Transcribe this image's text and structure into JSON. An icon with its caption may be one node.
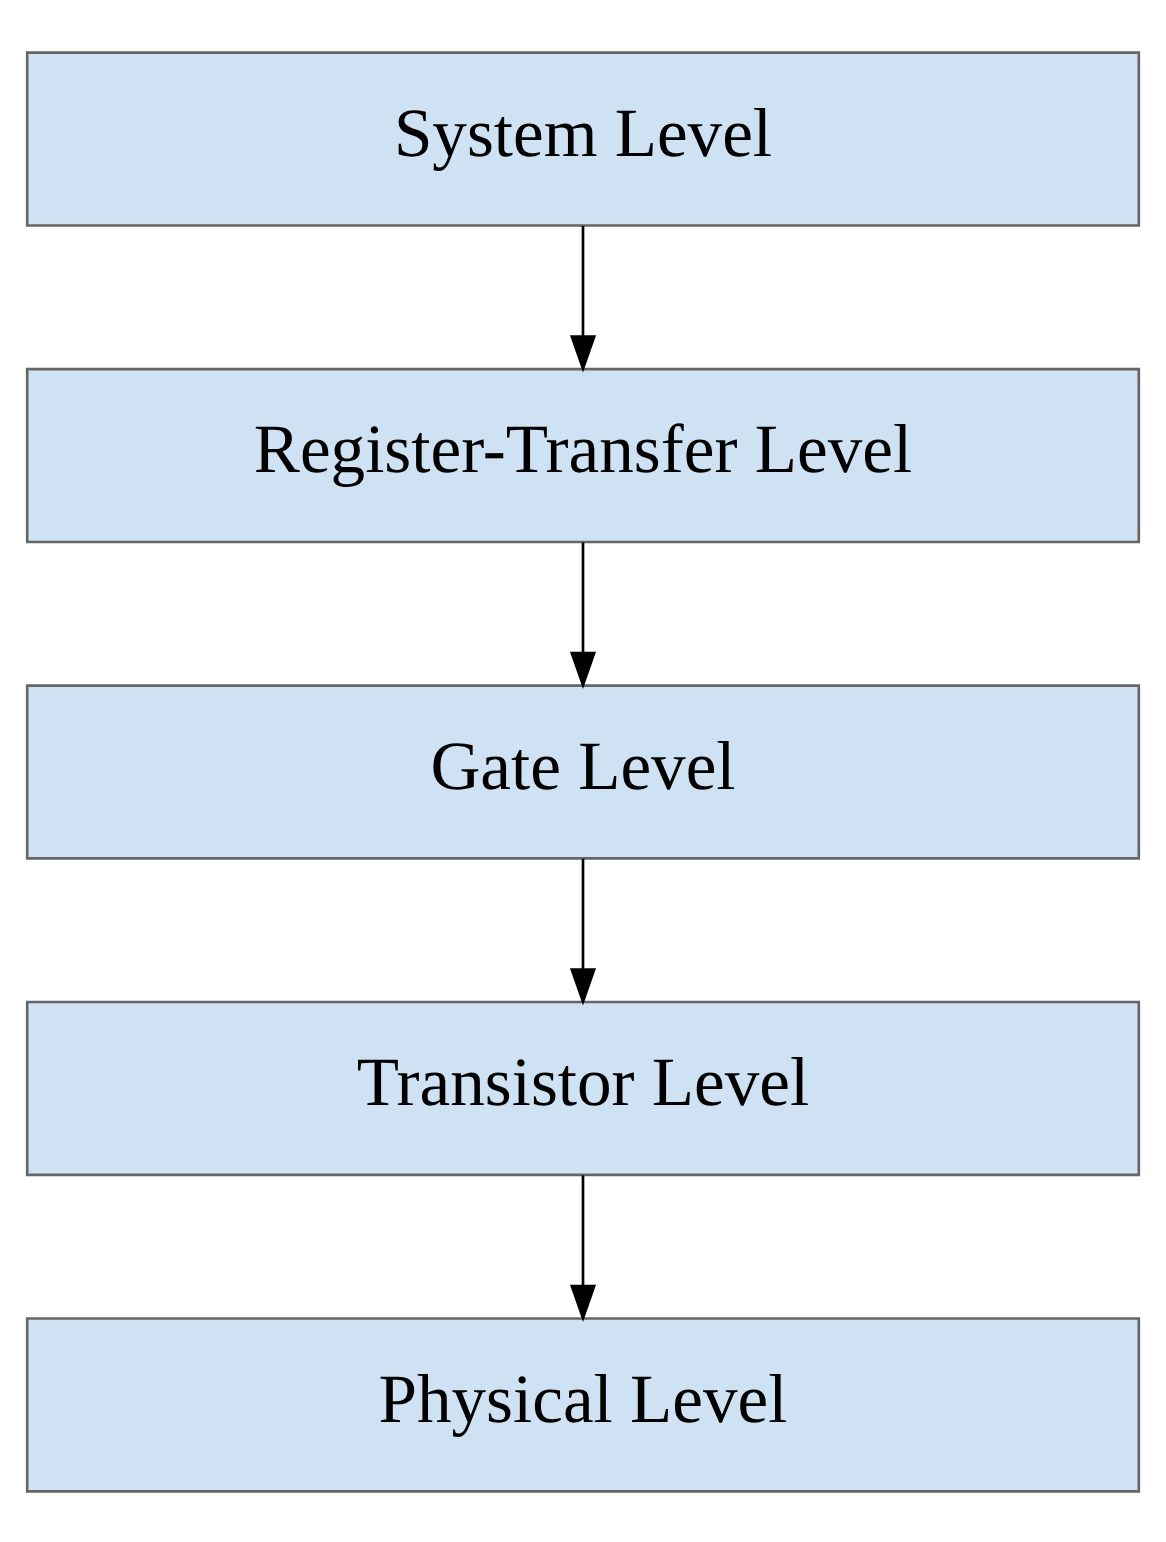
{
  "diagram": {
    "nodes": [
      {
        "text": [
          "System Level"
        ]
      },
      {
        "text": [
          "Register-Transfer Level"
        ]
      },
      {
        "text": [
          "Gate Level"
        ]
      },
      {
        "text": [
          "Transistor Level"
        ]
      },
      {
        "text": [
          "Physical Level"
        ]
      }
    ],
    "edges": [
      {
        "from": 0,
        "to": 1,
        "arrow": "to"
      },
      {
        "from": 1,
        "to": 2,
        "arrow": "to"
      },
      {
        "from": 2,
        "to": 3,
        "arrow": "to"
      },
      {
        "from": 3,
        "to": 4,
        "arrow": "to"
      }
    ]
  }
}
